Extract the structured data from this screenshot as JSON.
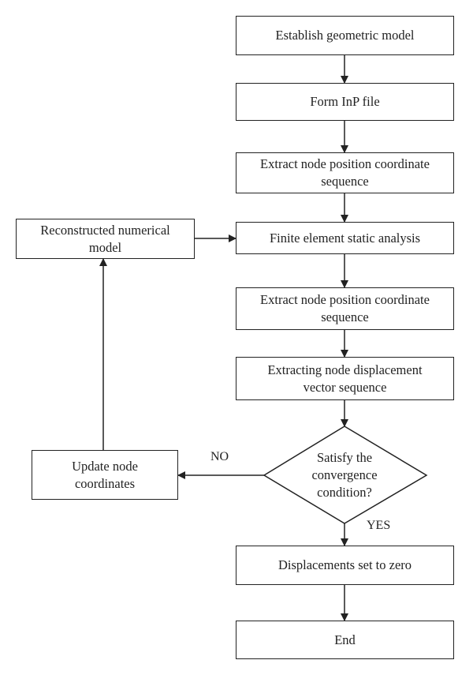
{
  "steps": {
    "establish": "Establish geometric model",
    "form_inp": "Form InP file",
    "extract1_line1": "Extract node position coordinate",
    "extract1_line2": "sequence",
    "fe_analysis": "Finite element static analysis",
    "extract2_line1": "Extract node position coordinate",
    "extract2_line2": "sequence",
    "displacement_line1": "Extracting node displacement",
    "displacement_line2": "vector sequence",
    "zero": "Displacements set to zero",
    "end": "End"
  },
  "decision": {
    "line1": "Satisfy the",
    "line2": "convergence",
    "line3": "condition?",
    "no_label": "NO",
    "yes_label": "YES"
  },
  "side": {
    "reconstructed_line1": "Reconstructed numerical",
    "reconstructed_line2": "model",
    "update_line1": "Update node",
    "update_line2": "coordinates"
  }
}
